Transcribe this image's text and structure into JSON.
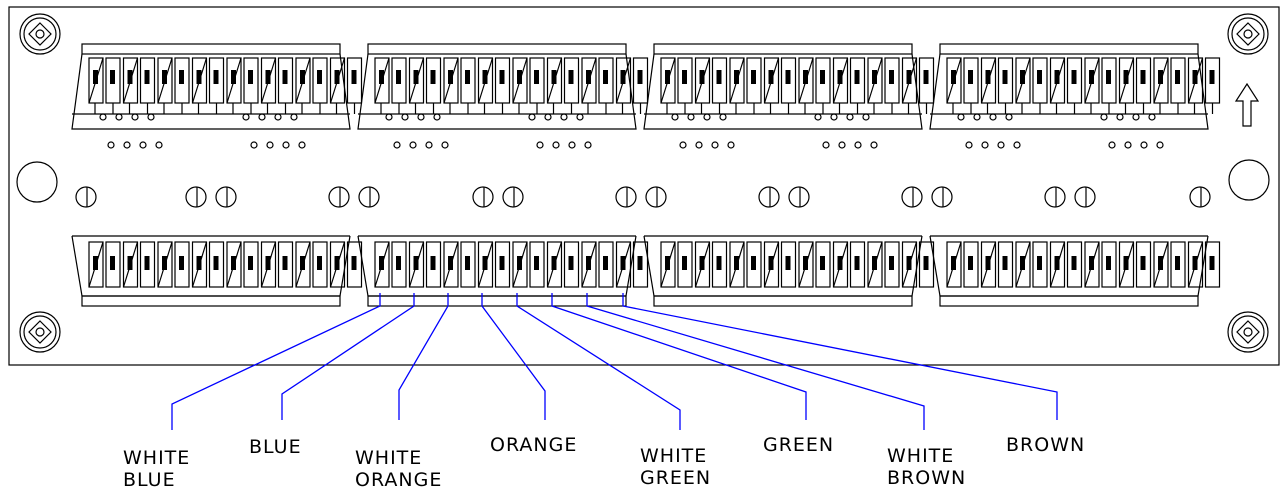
{
  "colors": {
    "outline": "#000000",
    "wire": "#0000ff",
    "background": "#ffffff"
  },
  "icons": {
    "arrow": "up-arrow-icon",
    "screw": "mounting-screw-icon",
    "hole": "mounting-hole-icon"
  },
  "wire_labels": [
    {
      "line1": "WHITE",
      "line2": "BLUE"
    },
    {
      "line1": "BLUE",
      "line2": ""
    },
    {
      "line1": "WHITE",
      "line2": "ORANGE"
    },
    {
      "line1": "ORANGE",
      "line2": ""
    },
    {
      "line1": "WHITE",
      "line2": "GREEN"
    },
    {
      "line1": "GREEN",
      "line2": ""
    },
    {
      "line1": "WHITE",
      "line2": "BROWN"
    },
    {
      "line1": "BROWN",
      "line2": ""
    }
  ]
}
